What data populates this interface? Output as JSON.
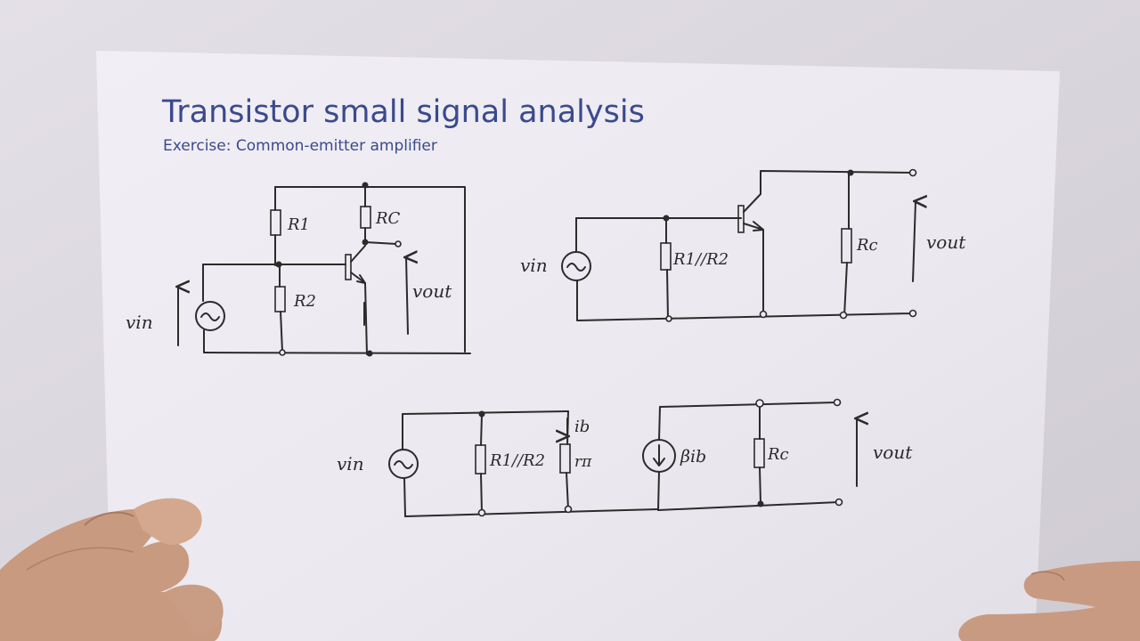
{
  "page": {
    "title": "Transistor small signal analysis",
    "subtitle": "Exercise: Common-emitter amplifier"
  },
  "circuit_original": {
    "r1": "R1",
    "r2": "R2",
    "rc": "RC",
    "vin": "vin",
    "vout": "vout"
  },
  "circuit_simplified": {
    "vin": "vin",
    "r12": "R1//R2",
    "rc": "Rc",
    "vout": "vout"
  },
  "circuit_small_signal": {
    "vin": "vin",
    "r12": "R1//R2",
    "ib": "ib",
    "rpi": "rπ",
    "source": "βib",
    "rc": "Rc",
    "vout": "vout"
  }
}
